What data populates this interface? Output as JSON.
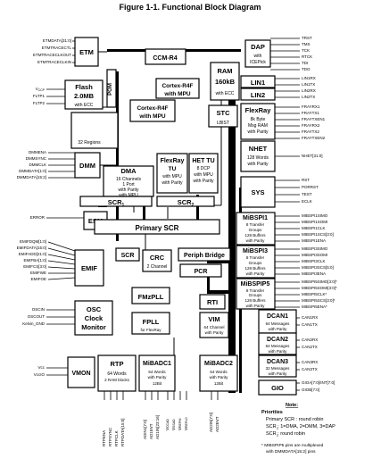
{
  "title": "Figure 1-1.  Functional Block Diagram",
  "blocks": {
    "etm": "ETM",
    "flash_title": "Flash",
    "flash_size": "2.0MB",
    "flash_ecc": "with ECC",
    "pom": "POM",
    "mpu_regions": "32 Regions",
    "ccm": "CCM-R4",
    "cortex_top_1": "Cortex-R4F",
    "cortex_top_2": "with MPU",
    "cortex_bot_1": "Cortex-R4F",
    "cortex_bot_2": "with MPU",
    "ram_title": "RAM",
    "ram_size": "160kB",
    "ram_ecc": "with ECC",
    "dap_title": "DAP",
    "dap_sub1": "with",
    "dap_sub2": "ICEPick",
    "lin1": "LIN1",
    "lin2": "LIN2",
    "stc": "STC",
    "lbist": "LBIST",
    "flexray_title": "FlexRay",
    "flexray_sub1": "8k Byte",
    "flexray_sub2": "Msg RAM",
    "flexray_sub3": "with Parity",
    "dma_title": "DMA",
    "dma_sub1": "16 Channels",
    "dma_sub2": "1 Port",
    "dma_sub3": "with Parity",
    "dma_sub4": "with MPU",
    "flexray_tu_title": "FlexRay",
    "flexray_tu_sub1": "TU",
    "flexray_tu_sub2": "with MPU",
    "flexray_tu_sub3": "with Parity",
    "het_tu_title": "HET TU",
    "het_tu_sub1": "8 DCP",
    "het_tu_sub2": "with MPU",
    "het_tu_sub3": "with Parity",
    "nhet_title": "NHET",
    "nhet_sub1": "128 Words",
    "nhet_sub2": "with Parity",
    "dmm": "DMM",
    "scr1": "SCR",
    "scr1_sub": "1",
    "scr2": "SCR",
    "scr2_sub": "2",
    "sys": "SYS",
    "esm": "ESM",
    "primary_scr": "Primary SCR",
    "emif": "EMIF",
    "scr_small": "SCR",
    "crc_title": "CRC",
    "crc_sub": "2 Channel",
    "periph_bridge": "Periph Bridge",
    "pcr": "PCR",
    "mibspi1_title": "MiBSPI1",
    "mibspi1_sub1": "8 Transfer",
    "mibspi1_sub2": "Groups",
    "mibspi1_sub3": "128 Buffers",
    "mibspi1_sub4": "with Parity",
    "mibspi3_title": "MiBSPI3",
    "mibspi3_sub1": "8 Transfer",
    "mibspi3_sub2": "Groups",
    "mibspi3_sub3": "128 Buffers",
    "mibspi3_sub4": "with Parity",
    "mibspi5_title": "MiBSPIP5",
    "mibspi5_sub1": "8 Transfer",
    "mibspi5_sub2": "Groups",
    "mibspi5_sub3": "128 Buffers",
    "mibspi5_sub4": "with Parity",
    "fmzpll": "FMzPLL",
    "osc1": "OSC",
    "osc2": "Clock",
    "osc3": "Monitor",
    "fpll": "FPLL",
    "fpll_sub": "for FlexRay",
    "rti": "RTI",
    "vim_title": "VIM",
    "vim_sub1": "64 Channel",
    "vim_sub2": "with Parity",
    "dcan1_title": "DCAN1",
    "dcan1_sub1": "64 Messages",
    "dcan1_sub2": "with Parity",
    "dcan2_title": "DCAN2",
    "dcan2_sub1": "64 Messages",
    "dcan2_sub2": "with Parity",
    "dcan3_title": "DCAN3",
    "dcan3_sub1": "32 Messages",
    "dcan3_sub2": "with Parity",
    "vmon": "VMON",
    "rtp_title": "RTP",
    "rtp_sub1": "64 Words",
    "rtp_sub2": "2 RAM blocks",
    "mibadc1_title": "MiBADC1",
    "mibadc1_sub1": "64 Words",
    "mibadc1_sub2": "with Parity",
    "mibadc1_sub3": "12Bit",
    "mibadc2_title": "MiBADC2",
    "mibadc2_sub1": "64 Words",
    "mibadc2_sub2": "with Parity",
    "mibadc2_sub3": "12Bit",
    "gio": "GIO"
  },
  "left_pins": {
    "etm": [
      "ETMDATA[31:0]",
      "ETMTRACECTL",
      "ETMTRACECLKOUT",
      "ETMTRACECLKIN"
    ],
    "flash": [
      "V",
      "FLTP1",
      "FLTP2"
    ],
    "flash_vccp_sub": "CCP",
    "dmm": [
      "DMMENA",
      "DMMSYNC",
      "DMMCLK",
      "DMMDATA[1:0]",
      "DMMDATA[15:2]"
    ],
    "esm": [
      "ERROR"
    ],
    "emif": [
      "EMIFDQM[1:0]",
      "EMIFDATA[15:0]",
      "EMIFADD[21:0]",
      "EMIFBA[1:0]",
      "EMIFCS[3:0]",
      "EMIFWE",
      "EMIFOE"
    ],
    "osc": [
      "OSCIN",
      "OSCOUT",
      "Kelvin_GND"
    ],
    "vmon": [
      "Vcc",
      "VccIO"
    ]
  },
  "right_pins": {
    "dap": [
      "TRST",
      "TMS",
      "TCK",
      "RTCK",
      "TDI",
      "TDO"
    ],
    "lin": [
      "LIN1RX",
      "LIN1TX",
      "LIN2RX",
      "LIN2TX"
    ],
    "flexray": [
      "FRAYRX1",
      "FRAYTX1",
      "FRAYTXEN1",
      "FRAYRX2",
      "FRAYTX2",
      "FRAYTXEN2"
    ],
    "nhet": [
      "NHET[31:0]"
    ],
    "sys": [
      "RST",
      "PORRST",
      "TEST",
      "ECLK"
    ],
    "mibspi1": [
      "MIBSPI1SIMO",
      "MIBSPI1SOMI",
      "MIBSPI1CLK",
      "MIBSPI1SCS[3:0]",
      "MIBSPI1ENA"
    ],
    "mibspi3": [
      "MIBSPI3SIMO",
      "MIBSPI3SOMI",
      "MIBSPI3CLK",
      "MIBSPI3SCS[5:0]",
      "MIBSPI3ENA"
    ],
    "mibspi5": [
      "MIBSPI5SIMO[3:0]*",
      "MIBSPI5SOMI[3:0]*",
      "MIBSPI5CLK*",
      "MIBSPI5SCS[3:0]*",
      "MIBSPI5ENA*"
    ],
    "dcan1": [
      "CAN1RX",
      "CAN1TX"
    ],
    "dcan2": [
      "CAN2RX",
      "CAN2TX"
    ],
    "dcan3": [
      "CAN3RX",
      "CAN3TX"
    ],
    "gio": [
      "GIOA[7:0]/INT[7:0]",
      "GIOB[7:0]"
    ]
  },
  "bottom_pins": {
    "rtp": [
      "RTPENA",
      "RTPSYNC",
      "RTPCLK",
      "RTPDATA[15:0]"
    ],
    "mibadc1": [
      "ADIN1[7:0]",
      "AD1EVT",
      "AD1IN[23:16]"
    ],
    "vref": [
      "V",
      "V",
      "V",
      "V"
    ],
    "vref_subs": [
      "CCAD",
      "SSAD",
      "REFHI",
      "REFLO"
    ],
    "mibadc2": [
      "AD2IN[7:0]",
      "AD2EVT"
    ]
  },
  "note": {
    "heading": "Note:",
    "priorities": "Priorities",
    "line1": "Primary SCR : round robin",
    "line2": "SCR : 1=DMA, 2=DMM, 3=DAP",
    "line3": "SCR : round robin",
    "line2_sub": "1",
    "line3_sub": "2",
    "footnote1": "* MIBSPIP5 pins are multiplexed",
    "footnote2": "with DMMDATA[15:2] pins"
  }
}
